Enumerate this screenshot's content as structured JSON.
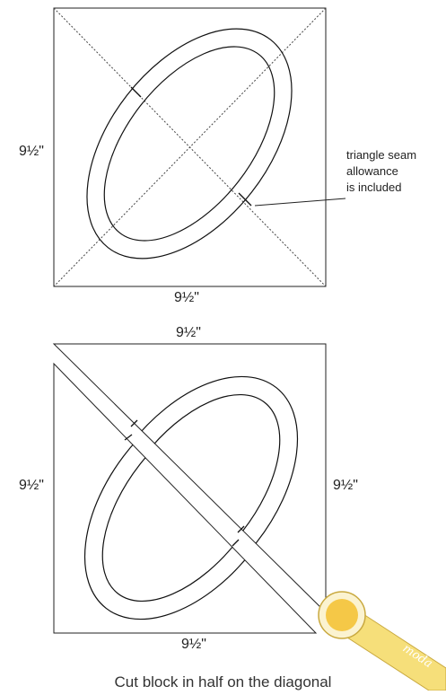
{
  "diagram1": {
    "dim_left": "9½\"",
    "dim_bottom": "9½\""
  },
  "annotation": {
    "line1": "triangle seam",
    "line2": "allowance",
    "line3": "is included"
  },
  "diagram2": {
    "dim_top": "9½\"",
    "dim_left": "9½\"",
    "dim_right": "9½\"",
    "dim_bottom": "9½\""
  },
  "cutter": {
    "brand": "moda",
    "body_color": "#f6df7a",
    "wheel_color": "#f5c847"
  },
  "caption": "Cut block in half on the diagonal"
}
